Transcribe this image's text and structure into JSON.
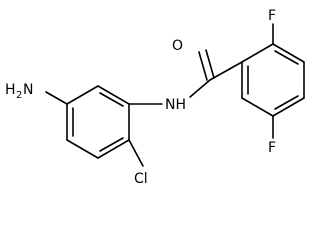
{
  "molecule": {
    "atoms": {
      "amine_n": "H",
      "amine_n_sub": "2",
      "amine_n_main": "N",
      "amide_n": "NH",
      "carbonyl_o": "O",
      "chlorine": "Cl",
      "fluorine_top": "F",
      "fluorine_bottom": "F"
    }
  }
}
